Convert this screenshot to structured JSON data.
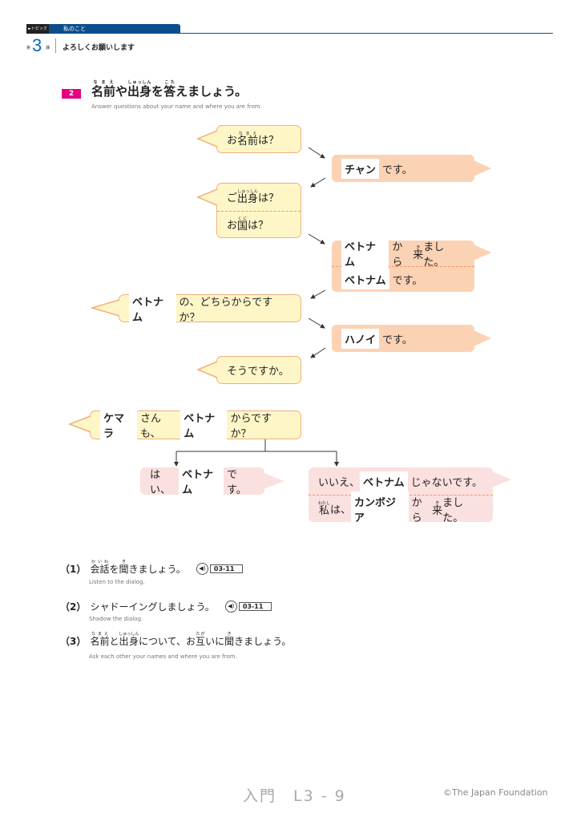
{
  "header": {
    "topic_tag": "►トピック",
    "topic": "私のこと",
    "lesson_prefix": "第",
    "lesson_number": "3",
    "lesson_suffix": "課",
    "lesson_title": "よろしくお願いします"
  },
  "section": {
    "badge": "2",
    "title": [
      {
        "t": "名前",
        "r": "なまえ"
      },
      {
        "t": "や"
      },
      {
        "t": "出身",
        "r": "しゅっしん"
      },
      {
        "t": "を"
      },
      {
        "t": "答",
        "r": "こた"
      },
      {
        "t": "えましょう。"
      }
    ],
    "subtitle": "Answer questions about your name and where you are from."
  },
  "bubbles": [
    {
      "id": "q-name",
      "rows": [
        [
          {
            "t": "お"
          },
          {
            "t": "名前",
            "r": "なまえ"
          },
          {
            "t": "は？"
          }
        ]
      ]
    },
    {
      "id": "a-name",
      "rows": [
        [
          {
            "t": "チャン",
            "hl": true
          },
          {
            "t": "です。"
          }
        ]
      ]
    },
    {
      "id": "q-origin",
      "rows": [
        [
          {
            "t": "ご"
          },
          {
            "t": "出身",
            "r": "しゅっしん"
          },
          {
            "t": "は？"
          }
        ],
        [
          {
            "t": "お"
          },
          {
            "t": "国",
            "r": "くに"
          },
          {
            "t": "は？"
          }
        ]
      ]
    },
    {
      "id": "a-origin",
      "rows": [
        [
          {
            "t": "ベトナム",
            "hl": true
          },
          {
            "t": "から"
          },
          {
            "t": "来",
            "r": "き"
          },
          {
            "t": "ました。"
          }
        ],
        [
          {
            "t": "ベトナム",
            "hl": true
          },
          {
            "t": "です。"
          }
        ]
      ]
    },
    {
      "id": "q-where",
      "rows": [
        [
          {
            "t": "ベトナム",
            "hl": true
          },
          {
            "t": "の、どちらからですか？"
          }
        ]
      ]
    },
    {
      "id": "a-where",
      "rows": [
        [
          {
            "t": "ハノイ",
            "hl": true
          },
          {
            "t": "です。"
          }
        ]
      ]
    },
    {
      "id": "q-reply",
      "rows": [
        [
          {
            "t": "そうですか。"
          }
        ]
      ]
    },
    {
      "id": "q-kemara",
      "rows": [
        [
          {
            "t": "ケマラ",
            "hl": true
          },
          {
            "t": "さんも、"
          },
          {
            "t": "ベトナム",
            "hl": true
          },
          {
            "t": "からですか？"
          }
        ]
      ]
    },
    {
      "id": "a-yes",
      "rows": [
        [
          {
            "t": "はい、"
          },
          {
            "t": "ベトナム",
            "hl": true
          },
          {
            "t": "です。"
          }
        ]
      ]
    },
    {
      "id": "a-no",
      "rows": [
        [
          {
            "t": "いいえ、"
          },
          {
            "t": "ベトナム",
            "hl": true
          },
          {
            "t": "じゃないです。"
          }
        ],
        [
          {
            "t": "私",
            "r": "わたし"
          },
          {
            "t": "は、"
          },
          {
            "t": "カンボジア",
            "hl": true
          },
          {
            "t": "から"
          },
          {
            "t": "来",
            "r": "き"
          },
          {
            "t": "ました。"
          }
        ]
      ]
    }
  ],
  "exercises": [
    {
      "num": "（1）",
      "text": [
        {
          "t": "会話",
          "r": "かいわ"
        },
        {
          "t": "を"
        },
        {
          "t": "聞",
          "r": "き"
        },
        {
          "t": "きましょう。"
        }
      ],
      "audio": "03-11",
      "sub": "Listen to the dialog."
    },
    {
      "num": "（2）",
      "text": [
        {
          "t": "シャドーイングしましょう。"
        }
      ],
      "audio": "03-11",
      "sub": "Shadow the dialog."
    },
    {
      "num": "（3）",
      "text": [
        {
          "t": "名前",
          "r": "なまえ"
        },
        {
          "t": "と"
        },
        {
          "t": "出身",
          "r": "しゅっしん"
        },
        {
          "t": "について、お"
        },
        {
          "t": "互",
          "r": "たが"
        },
        {
          "t": "いに"
        },
        {
          "t": "聞",
          "r": "き"
        },
        {
          "t": "きましょう。"
        }
      ],
      "sub": "Ask each other your names and where you are from."
    }
  ],
  "footer": {
    "page": "入門　L3 - 9",
    "copyright": "©The Japan Foundation"
  },
  "colors": {
    "question": "#fff6c8",
    "question_border": "#f0b07a",
    "answer": "#fcd2b4",
    "branch": "#fbe0e0",
    "accent": "#e5007e",
    "brand": "#0a4e8c"
  }
}
